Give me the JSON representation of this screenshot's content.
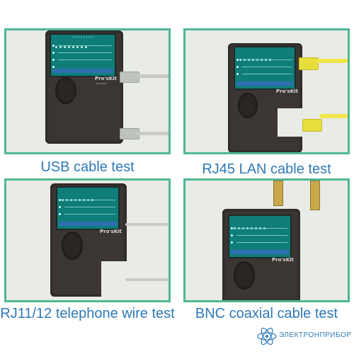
{
  "panels": [
    {
      "caption": "USB cable test"
    },
    {
      "caption": "RJ45 LAN cable test"
    },
    {
      "caption": "RJ11/12 telephone wire test"
    },
    {
      "caption": "BNC coaxial cable test"
    }
  ],
  "device": {
    "brand": "Pro'sKit",
    "model": "MT-7057A"
  },
  "watermark": {
    "text": "ЭЛЕКТРОНПРИБОР"
  },
  "colors": {
    "panel_border": "#4fb893",
    "caption": "#2e7ab8",
    "screen": "#0f7d78"
  }
}
